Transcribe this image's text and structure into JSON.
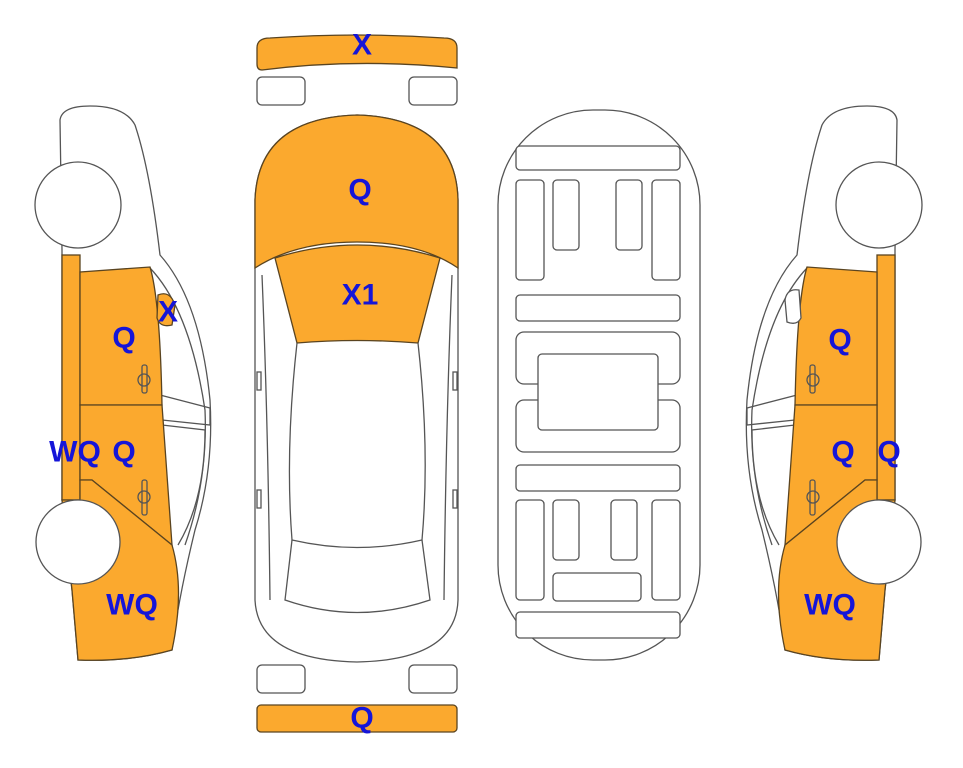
{
  "colors": {
    "damage_fill": "#FBA92E",
    "label": "#1515D8",
    "outline": "#555555"
  },
  "views": {
    "top": {
      "front_bumper": "X",
      "hood": "Q",
      "windshield": "X1",
      "rear_bumper": "Q"
    },
    "left_side": {
      "mirror": "X",
      "front_door": "Q",
      "pillar": "WQ",
      "rear_door": "Q",
      "rear_quarter": "WQ"
    },
    "right_side": {
      "front_door": "Q",
      "rear_door": "Q",
      "pillar": "Q",
      "rear_quarter": "WQ"
    }
  }
}
